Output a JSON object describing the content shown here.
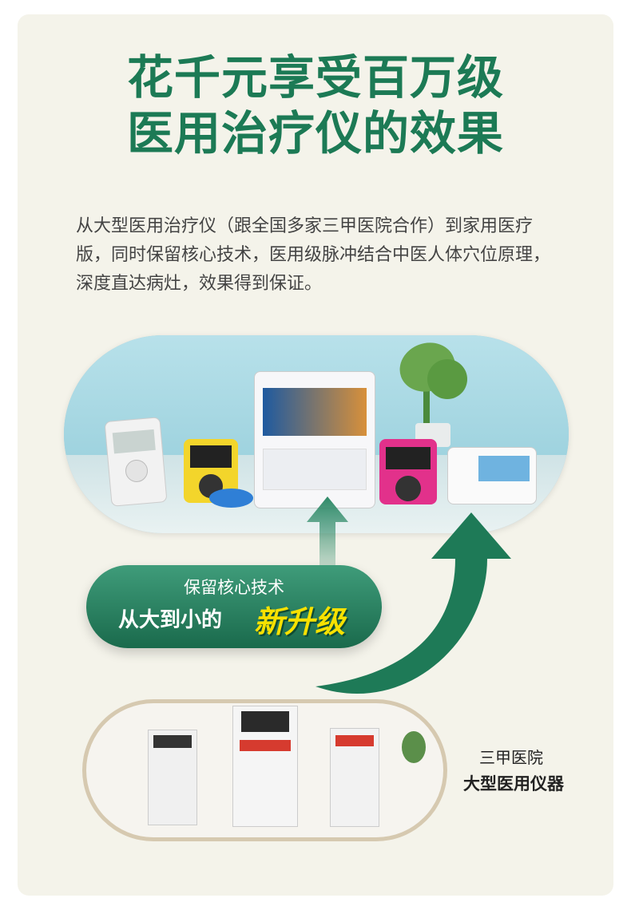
{
  "headline": {
    "line1": "花千元享受百万级",
    "line2": "医用治疗仪的效果"
  },
  "description": "从大型医用治疗仪（跟全国多家三甲医院合作）到家用医疗版，同时保留核心技术，医用级脉冲结合中医人体穴位原理，深度直达病灶，效果得到保证。",
  "upgrade": {
    "line1": "保留核心技术",
    "line2": "从大到小的",
    "highlight": "新升级"
  },
  "hospital": {
    "line1": "三甲医院",
    "line2": "大型医用仪器"
  },
  "colors": {
    "brand_green": "#1c7a55",
    "highlight_yellow": "#f7e100",
    "card_bg": "#f4f3ea"
  }
}
